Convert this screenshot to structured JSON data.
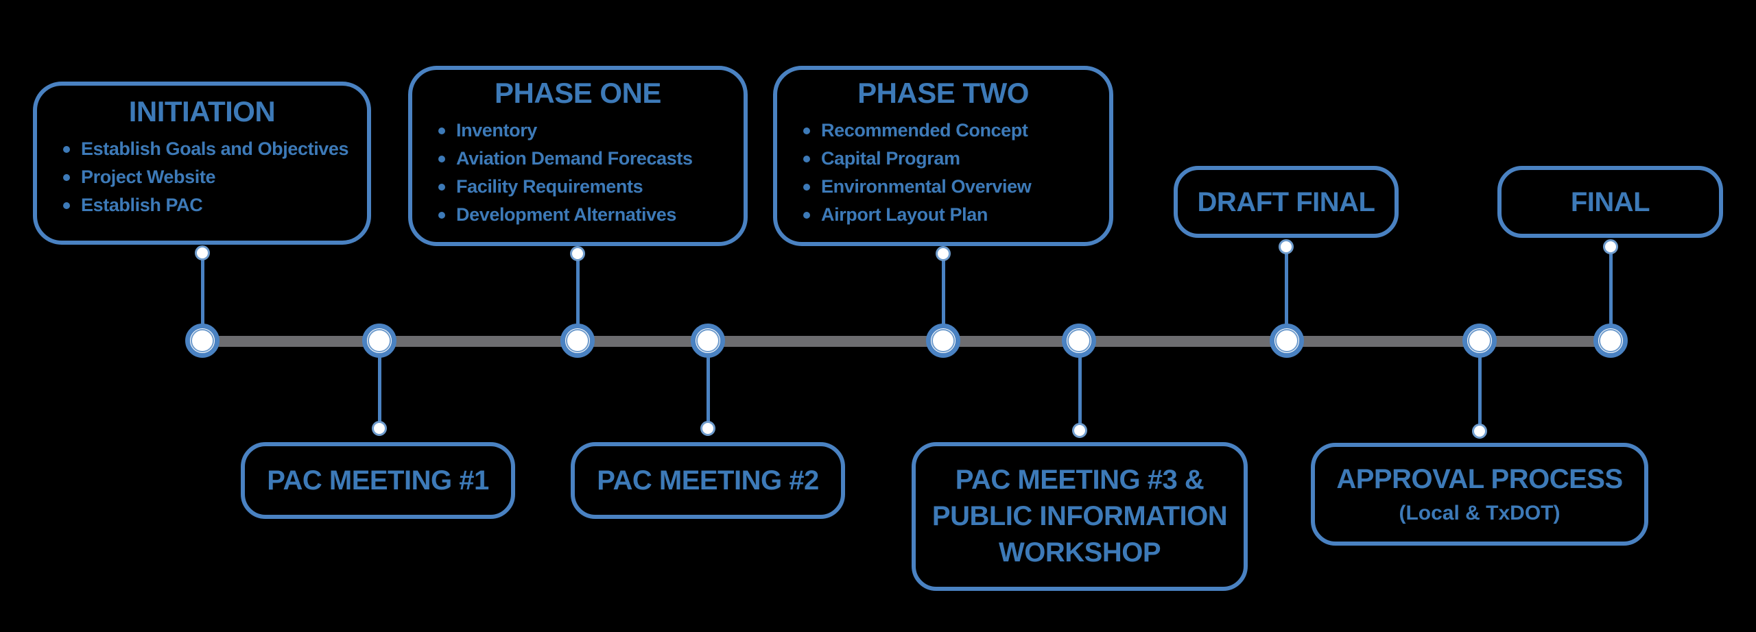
{
  "colors": {
    "background": "#000000",
    "box_border": "#4a82c2",
    "text_blue": "#3d7ab8",
    "timeline_gray": "#6d6d70",
    "node_border": "#4a82c2",
    "node_fill": "#ffffff",
    "inner_ring": "#6f9ccd",
    "dot_border": "#6f9ccd"
  },
  "boxes": {
    "initiation": {
      "title": "INITIATION",
      "bullets": [
        "Establish Goals and Objectives",
        "Project Website",
        "Establish PAC"
      ]
    },
    "phase_one": {
      "title": "PHASE ONE",
      "bullets": [
        "Inventory",
        "Aviation Demand Forecasts",
        "Facility Requirements",
        "Development Alternatives"
      ]
    },
    "phase_two": {
      "title": "PHASE TWO",
      "bullets": [
        "Recommended Concept",
        "Capital Program",
        "Environmental Overview",
        "Airport Layout Plan"
      ]
    },
    "draft_final": {
      "title": "DRAFT FINAL"
    },
    "final": {
      "title": "FINAL"
    },
    "pac_meeting_1": {
      "title": "PAC MEETING #1"
    },
    "pac_meeting_2": {
      "title": "PAC MEETING #2"
    },
    "pac_meeting_3": {
      "title": "PAC MEETING #3 & PUBLIC INFORMATION WORKSHOP"
    },
    "approval": {
      "title": "APPROVAL PROCESS",
      "subtitle": "(Local & TxDOT)"
    }
  }
}
